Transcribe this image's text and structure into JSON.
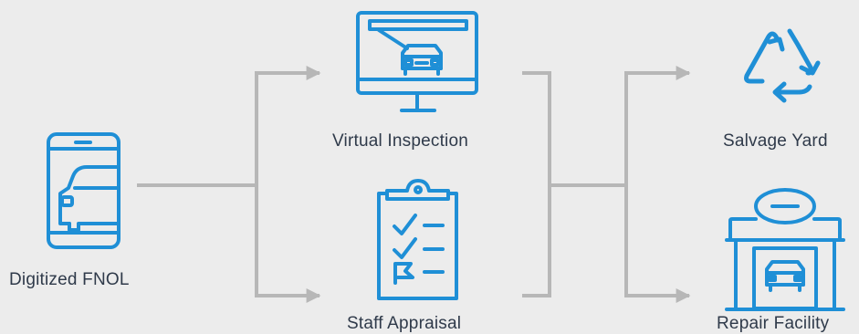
{
  "colors": {
    "background": "#ececec",
    "icon_blue": "#1f8fd6",
    "connector_gray": "#b7b7b7",
    "label_text": "#2f3a4a"
  },
  "nodes": {
    "fnol": {
      "label": "Digitized FNOL",
      "icon": "smartphone-car-icon"
    },
    "virtual_inspection": {
      "label": "Virtual Inspection",
      "icon": "monitor-car-icon"
    },
    "staff_appraisal": {
      "label": "Staff Appraisal",
      "icon": "clipboard-checklist-icon"
    },
    "salvage_yard": {
      "label": "Salvage Yard",
      "icon": "recycle-icon"
    },
    "repair_facility": {
      "label": "Repair Facility",
      "icon": "garage-car-icon"
    }
  },
  "edges": [
    {
      "from": "fnol",
      "to": "virtual_inspection"
    },
    {
      "from": "fnol",
      "to": "staff_appraisal"
    },
    {
      "from": "virtual_inspection",
      "to": "salvage_yard"
    },
    {
      "from": "virtual_inspection",
      "to": "repair_facility"
    },
    {
      "from": "staff_appraisal",
      "to": "salvage_yard"
    },
    {
      "from": "staff_appraisal",
      "to": "repair_facility"
    }
  ]
}
